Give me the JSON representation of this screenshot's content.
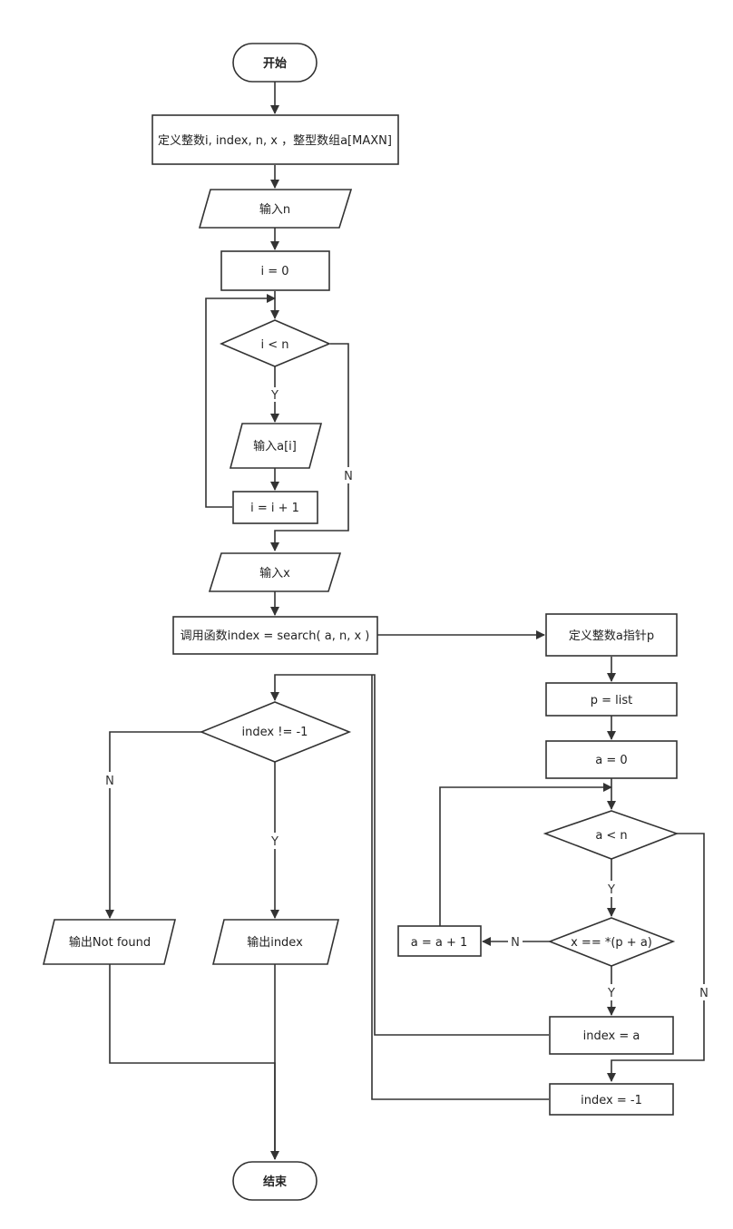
{
  "nodes": {
    "start": "开始",
    "define_vars": "定义整数i, index, n, x ，整型数组a[MAXN]",
    "input_n": "输入n",
    "init_i": "i = 0",
    "cond_i_lt_n": "i < n",
    "input_ai": "输入a[i]",
    "inc_i": "i = i + 1",
    "input_x": "输入x",
    "call_search": "调用函数index = search( a, n, x )",
    "cond_index": "index != -1",
    "out_not_found": "输出Not found",
    "out_index": "输出index",
    "end": "结束",
    "define_ptr": "定义整数a指针p",
    "p_list": "p = list",
    "a_zero": "a = 0",
    "cond_a_lt_n": "a < n",
    "cond_x_eq": "x == *(p + a)",
    "inc_a": "a = a + 1",
    "index_a": "index = a",
    "index_neg": "index = -1"
  },
  "edge_labels": {
    "loop_yes": "Y",
    "loop_no": "N",
    "index_no": "N",
    "index_yes": "Y",
    "a_loop_yes": "Y",
    "eq_no": "N",
    "eq_yes": "Y",
    "a_loop_no": "N"
  },
  "colors": {
    "stroke": "#333333",
    "fill": "#ffffff",
    "text": "#222222"
  }
}
